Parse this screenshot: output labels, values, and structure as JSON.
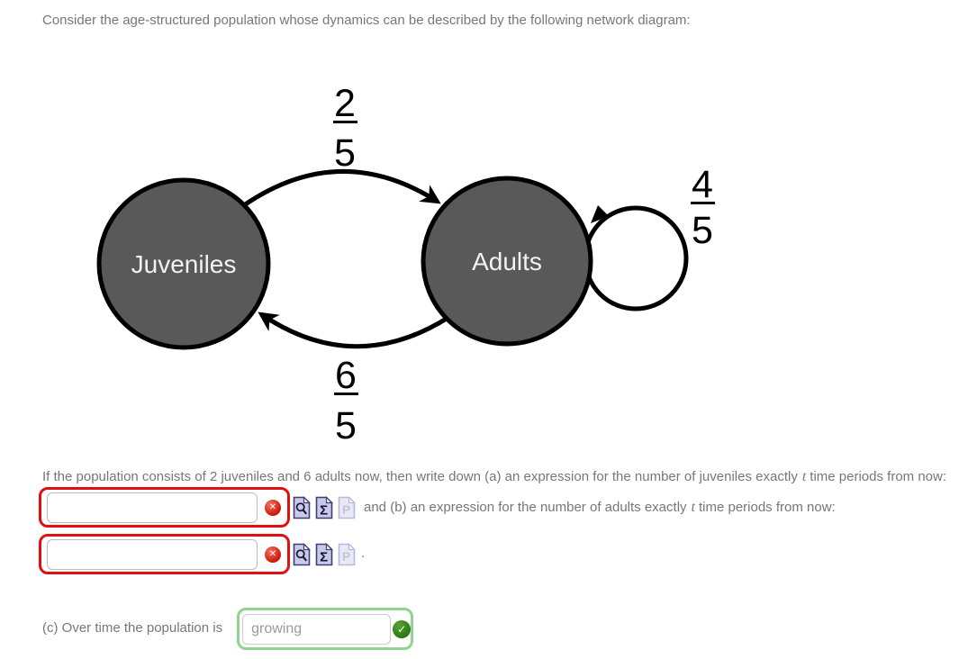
{
  "intro_text": "Consider the age-structured population whose dynamics can be described by the following network diagram:",
  "diagram": {
    "node_fill": "#595959",
    "nodes": [
      {
        "id": "juveniles",
        "label": "Juveniles"
      },
      {
        "id": "adults",
        "label": "Adults"
      }
    ],
    "edges": [
      {
        "from": "Juveniles",
        "to": "Adults",
        "numerator": "2",
        "denominator": "5"
      },
      {
        "from": "Adults",
        "to": "Juveniles",
        "numerator": "6",
        "denominator": "5"
      },
      {
        "from": "Adults",
        "to": "Adults",
        "numerator": "4",
        "denominator": "5"
      }
    ]
  },
  "question": {
    "part_ab_intro": "If the population consists of 2 juveniles and 6 adults now, then write down (a) an expression for the number of juveniles exactly",
    "var_t": "t",
    "part_a_suffix": "time periods from now:",
    "part_b_text": "and (b) an expression for the number of adults exactly",
    "part_b_suffix": "time periods from now:",
    "part_b_period": ".",
    "part_c_label": "(c) Over time the population is"
  },
  "answers": {
    "a": {
      "value": "",
      "status": "incorrect"
    },
    "b": {
      "value": "",
      "status": "incorrect"
    },
    "c": {
      "value": "growing",
      "status": "correct"
    }
  },
  "icons": {
    "incorrect_glyph": "✕",
    "correct_glyph": "✓",
    "sigma_glyph": "Σ",
    "past_answers_glyph": "P"
  },
  "colors": {
    "error_border": "#e01010",
    "success_border": "#8fd48f",
    "text_gray": "#777777",
    "node_fill": "#595959"
  }
}
